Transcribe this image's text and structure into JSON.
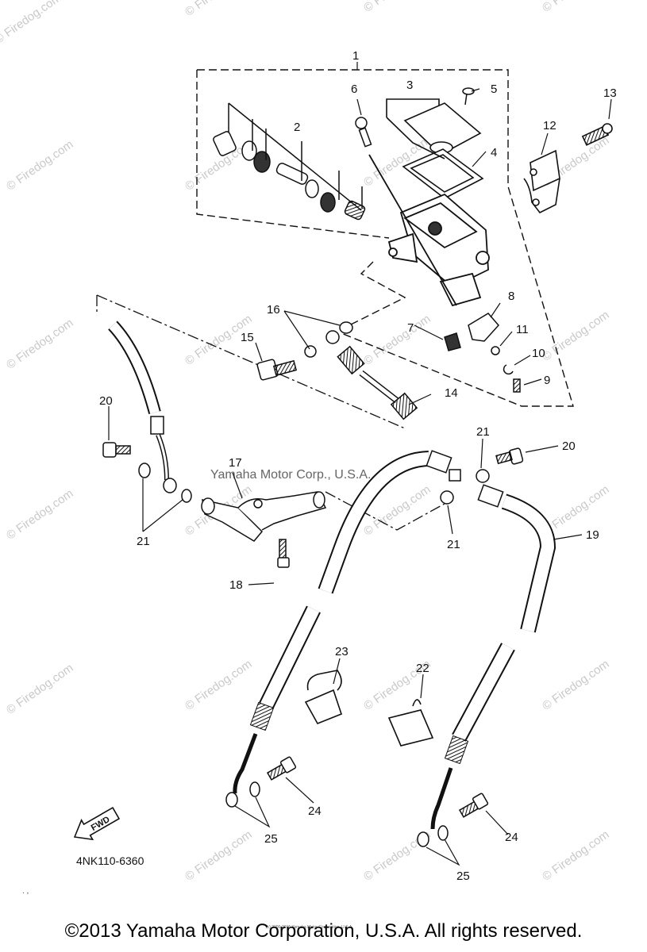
{
  "watermark": "© Firedog.com",
  "center_watermark": "Yamaha Motor Corp., U.S.A.",
  "small_print": "(c) 2000-2015 Yamaha Motor Corporation, U.S.A.",
  "diagram_code": "4NK110-6360",
  "fwd_label": "FWD",
  "copyright": "©2013 Yamaha Motor Corporation, U.S.A. All rights reserved.",
  "corner_mark": ". ,",
  "callouts": [
    "1",
    "2",
    "3",
    "4",
    "5",
    "6",
    "7",
    "8",
    "9",
    "10",
    "11",
    "12",
    "13",
    "14",
    "15",
    "16",
    "17",
    "18",
    "19",
    "20",
    "20",
    "21",
    "21",
    "21",
    "22",
    "23",
    "24",
    "24",
    "25",
    "25"
  ]
}
